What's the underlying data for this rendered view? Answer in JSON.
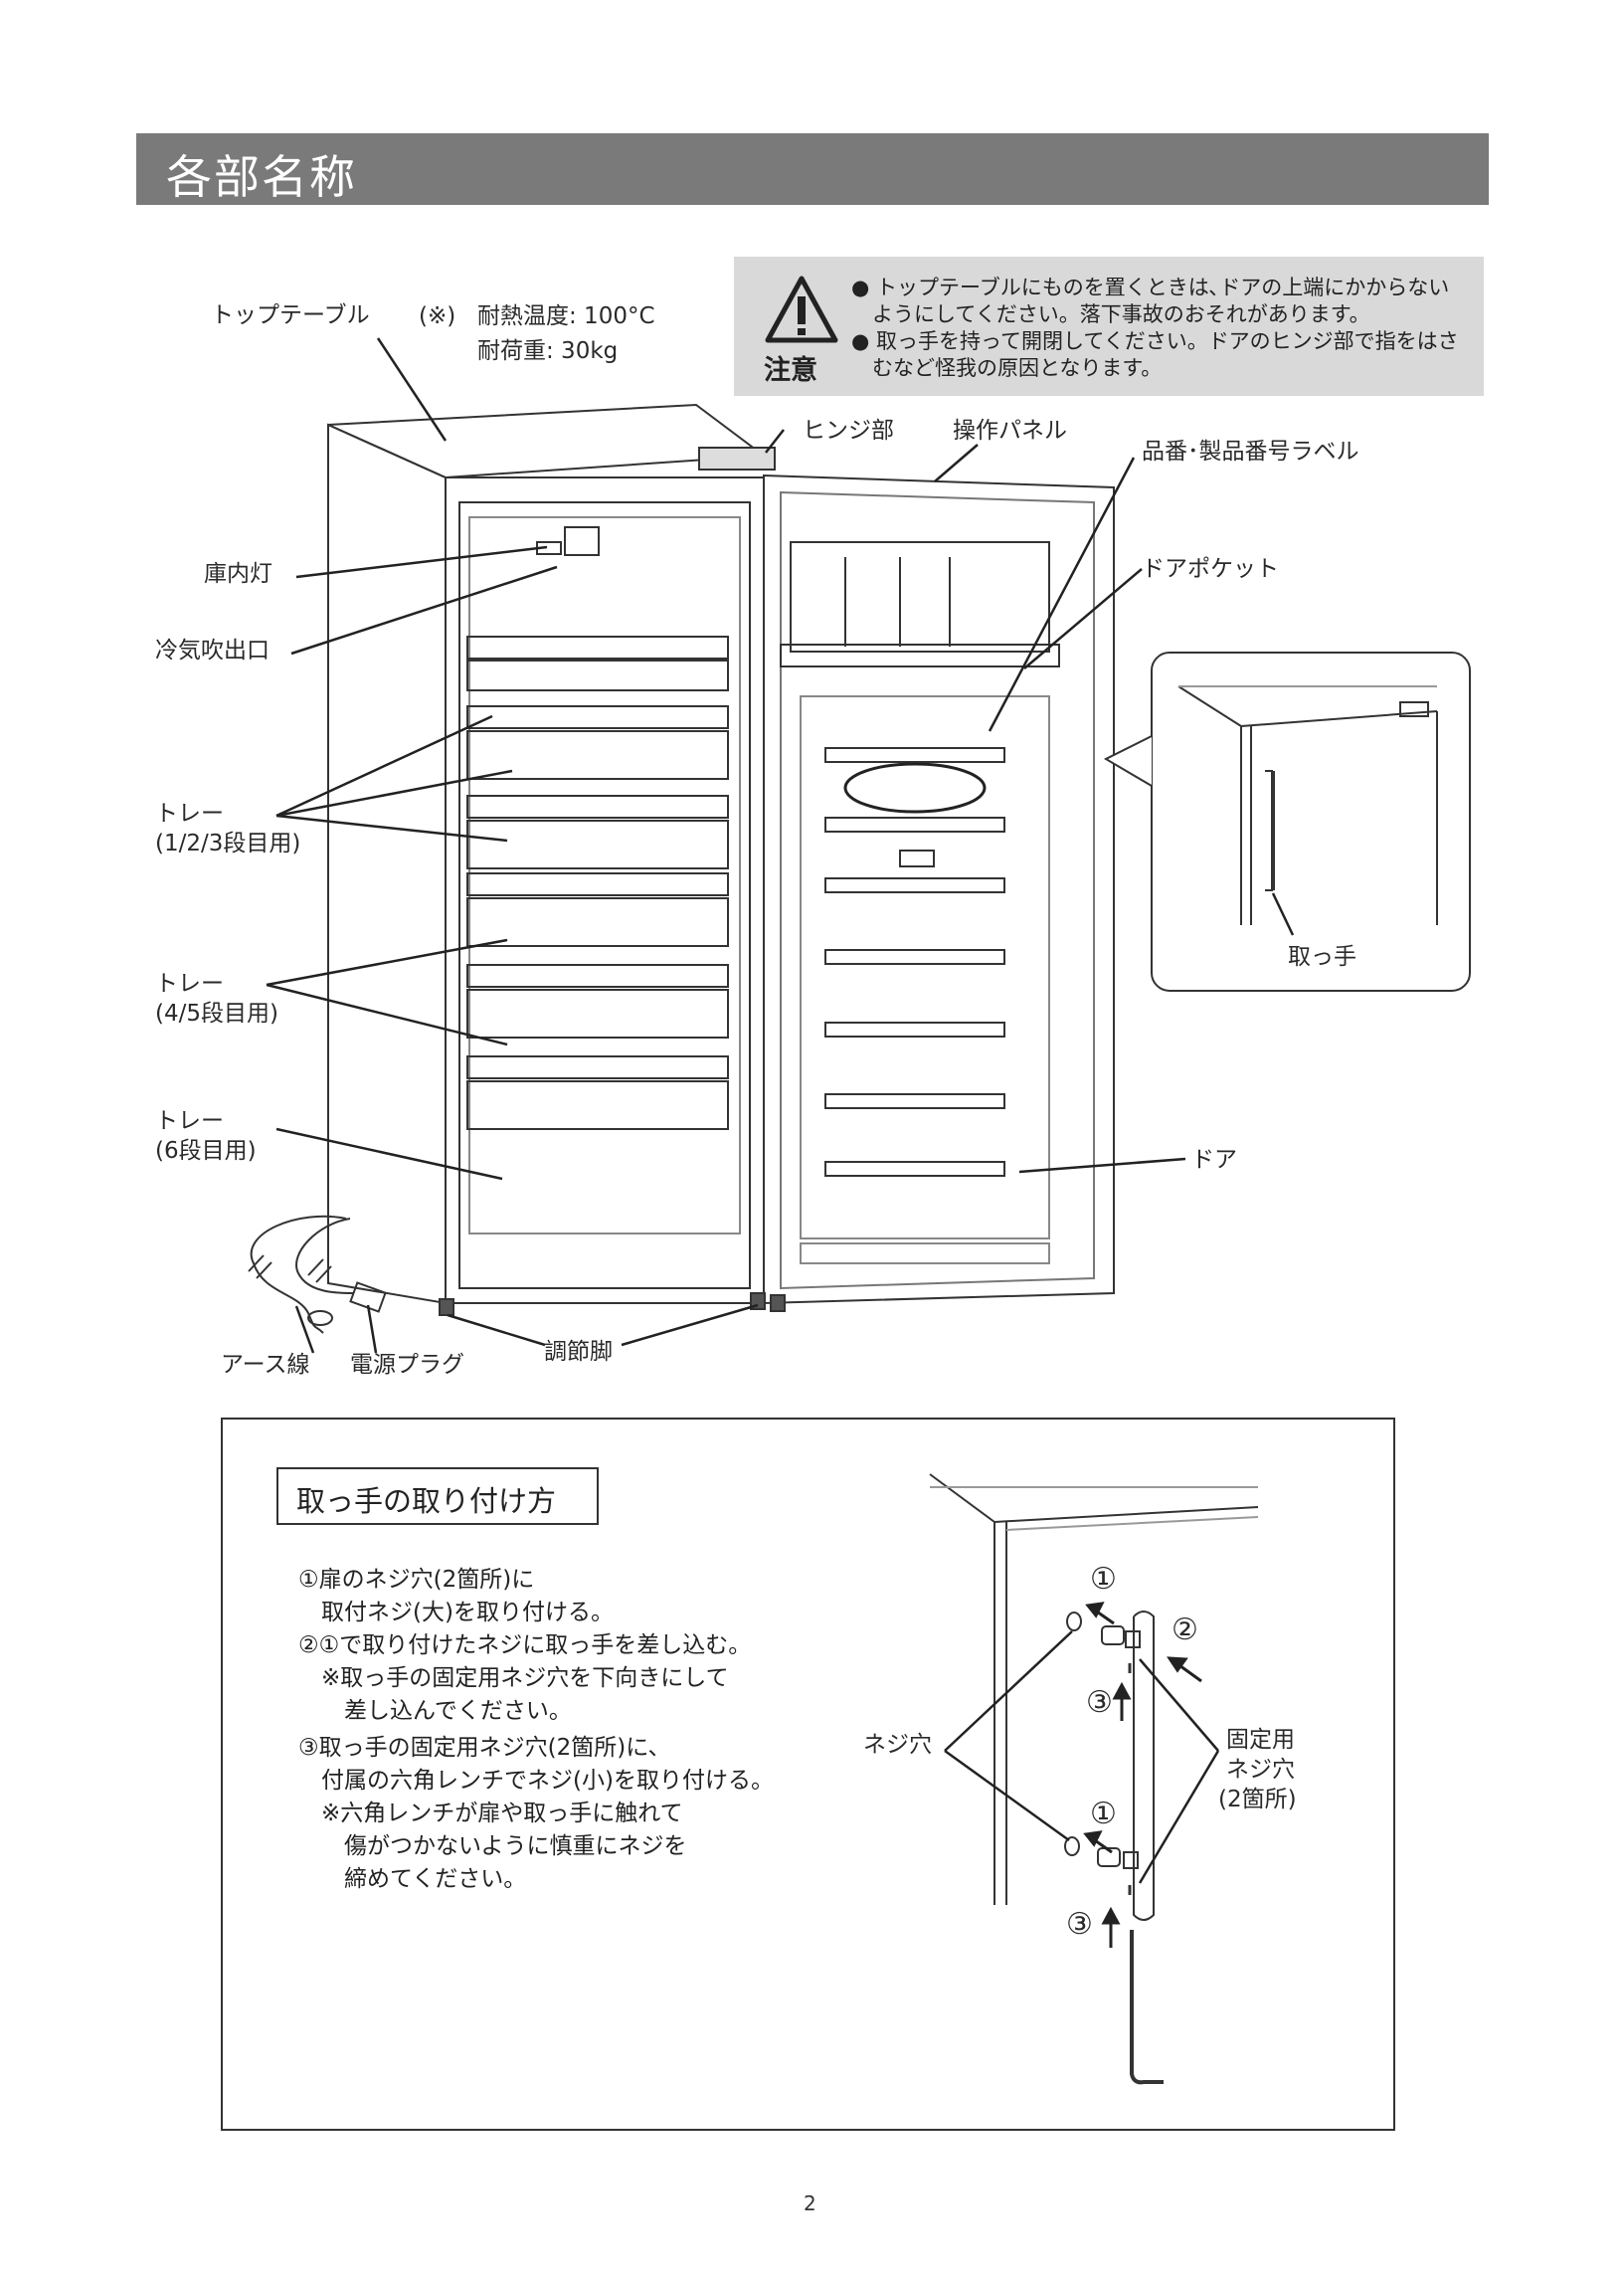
{
  "header": {
    "title": "各部名称"
  },
  "spec": {
    "note_mark": "(※)",
    "heat": "耐熱温度: 100°C",
    "load": "耐荷重: 30kg"
  },
  "caution": {
    "word": "注意",
    "lines": [
      "● トップテーブルにものを置くときは､ドアの上端にかからない",
      "　ようにしてください。落下事故のおそれがあります。",
      "● 取っ手を持って開閉してください。ドアのヒンジ部で指をはさ",
      "　むなど怪我の原因となります。"
    ]
  },
  "labels": {
    "top_table": "トップテーブル",
    "hinge": "ヒンジ部",
    "control_panel": "操作パネル",
    "product_label": "品番･製品番号ラベル",
    "interior_light": "庫内灯",
    "cold_air_outlet": "冷気吹出口",
    "door_pocket": "ドアポケット",
    "tray1_a": "トレー",
    "tray1_b": "(1/2/3段目用)",
    "tray2_a": "トレー",
    "tray2_b": "(4/5段目用)",
    "tray3_a": "トレー",
    "tray3_b": "(6段目用)",
    "door": "ドア",
    "handle": "取っ手",
    "earth_wire": "アース線",
    "power_plug": "電源プラグ",
    "adjust_foot": "調節脚"
  },
  "install": {
    "title": "取っ手の取り付け方",
    "steps": [
      "①扉のネジ穴(2箇所)に",
      "　取付ネジ(大)を取り付ける。",
      "②①で取り付けたネジに取っ手を差し込む。",
      "　※取っ手の固定用ネジ穴を下向きにして",
      "　　差し込んでください。",
      "③取っ手の固定用ネジ穴(2箇所)に、",
      "　付属の六角レンチでネジ(小)を取り付ける。",
      "　※六角レンチが扉や取っ手に触れて",
      "　　傷がつかないように慎重にネジを",
      "　　締めてください。"
    ],
    "screw_hole": "ネジ穴",
    "fixing_a": "固定用",
    "fixing_b": "ネジ穴",
    "fixing_c": "(2箇所)",
    "num1": "①",
    "num2": "②",
    "num3": "③"
  },
  "page": {
    "number": "2"
  }
}
